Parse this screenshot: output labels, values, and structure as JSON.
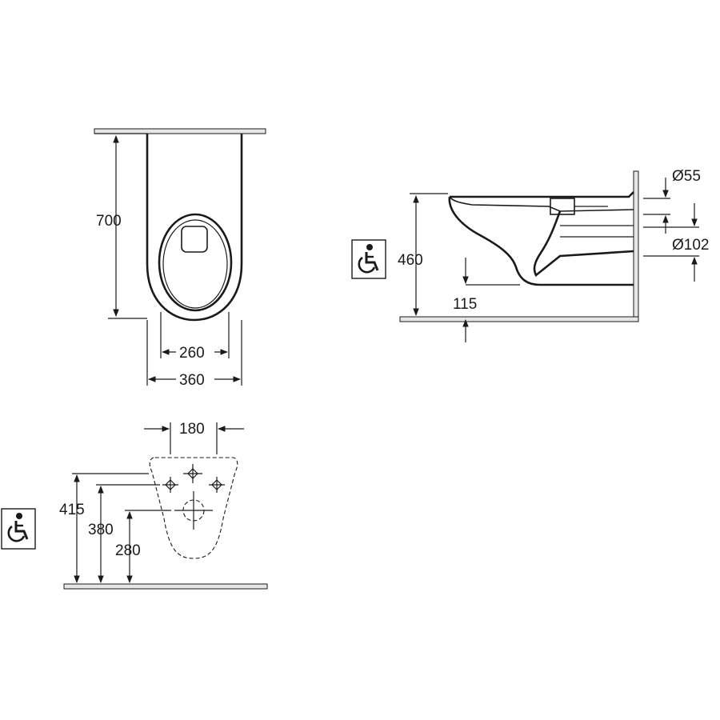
{
  "dimensions": {
    "top_height": "700",
    "top_inner_width": "260",
    "top_outer_width": "360",
    "side_height": "460",
    "side_offset": "115",
    "pipe_small": "Ø55",
    "pipe_large": "Ø102",
    "rear_spacing": "180",
    "rear_height_a": "415",
    "rear_height_b": "380",
    "rear_height_c": "280"
  },
  "icons": {
    "accessibility": "wheelchair-icon"
  }
}
